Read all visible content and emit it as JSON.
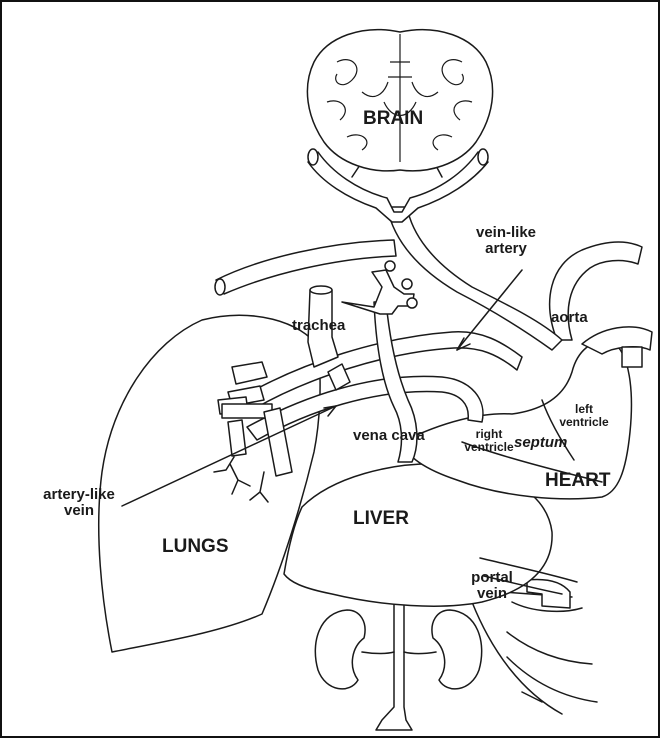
{
  "figure": {
    "labels": {
      "brain": "BRAIN",
      "vein_like_artery_1": "vein-like",
      "vein_like_artery_2": "artery",
      "trachea": "trachea",
      "aorta": "aorta",
      "left_ventricle_1": "left",
      "left_ventricle_2": "ventricle",
      "vena_cava": "vena cava",
      "right_ventricle_1": "right",
      "right_ventricle_2": "ventricle",
      "septum": "septum",
      "heart": "HEART",
      "artery_like_vein_1": "artery-like",
      "artery_like_vein_2": "vein",
      "liver": "LIVER",
      "lungs": "LUNGS",
      "portal_vein_1": "portal",
      "portal_vein_2": "vein"
    },
    "colors": {
      "line": "#1a1a1a",
      "background": "#ffffff"
    }
  }
}
